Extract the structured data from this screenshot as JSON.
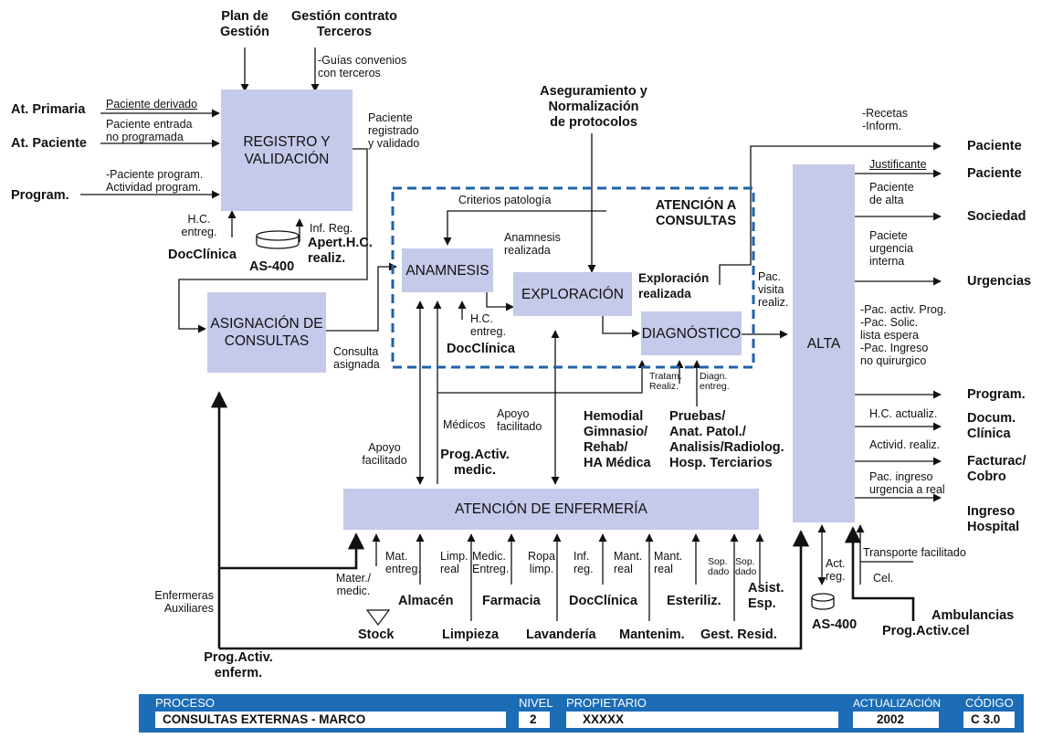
{
  "boxes": {
    "registro": "REGISTRO Y\nVALIDACIÓN",
    "asignacion": "ASIGNACIÓN DE\nCONSULTAS",
    "anamnesis": "ANAMNESIS",
    "exploracion": "EXPLORACIÓN",
    "diagnostico": "DIAGNÓSTICO",
    "enfermeria": "ATENCIÓN DE ENFERMERÍA",
    "alta": "ALTA"
  },
  "top": {
    "plan": "Plan de\nGestión",
    "gestion": "Gestión contrato\nTerceros",
    "guias": "-Guías convenios\ncon terceros",
    "aseguramiento": "Aseguramiento y\nNormalización\nde protocolos"
  },
  "left": {
    "at_primaria": "At. Primaria",
    "paciente_derivado": "Paciente derivado",
    "at_paciente": "At. Paciente",
    "paciente_entrada": "Paciente entrada\nno programada",
    "program": "Program.",
    "paciente_program": "-Paciente program.\nActividad program.",
    "hc_entreg": "H.C.\nentreg.",
    "docclinica": "DocClínica",
    "inf_reg": "Inf. Reg.",
    "apert": "Apert.H.C.\nrealiz.",
    "as400": "AS-400",
    "paciente_registrado": "Paciente\nregistrado\ny validado",
    "consulta_asignada": "Consulta\nasignada",
    "enfermeras": "Enfermeras\nAuxiliares",
    "prog_activ_enferm": "Prog.Activ.\nenferm."
  },
  "middle": {
    "criterios": "Criterios patología",
    "atencion_consultas": "ATENCIÓN A\nCONSULTAS",
    "anamnesis_realizada": "Anamnesis\nrealizada",
    "exploracion_realizada": "Exploración\nrealizada",
    "pac_visita": "Pac.\nvisita\nrealiz.",
    "hc_entreg2": "H.C.\nentreg.",
    "docclinica2": "DocClínica",
    "tratam": "Tratam.\nRealiz.",
    "diagn": "Diagn.\nentreg.",
    "hemodial": "Hemodial\nGimnasio/\nRehab/\nHA Médica",
    "pruebas": "Pruebas/\nAnat. Patol./\nAnalisis/Radiolog.\nHosp. Terciarios",
    "medicos": "Médicos",
    "apoyo_facilitado_a": "Apoyo\nfacilitado",
    "prog_activ_medic": "Prog.Activ.\nmedic.",
    "apoyo_facilitado_b": "Apoyo\nfacilitado"
  },
  "bottom": {
    "mater": "Mater./\nmedic.",
    "stock": "Stock",
    "mat_entreg": "Mat.\nentreg.",
    "almacen": "Almacén",
    "limp_real": "Limp.\nreal",
    "limpieza": "Limpieza",
    "medic_entreg": "Medic.\nEntreg.",
    "farmacia": "Farmacia",
    "ropa_limp": "Ropa\nlimp.",
    "lavanderia": "Lavandería",
    "inf_reg2": "Inf.\nreg.",
    "docclinica3": "DocClínica",
    "mant_real_a": "Mant.\nreal",
    "mantenim": "Mantenim.",
    "mant_real_b": "Mant.\nreal",
    "esteriliz": "Esteriliz.",
    "sop_dado_a": "Sop.\ndado",
    "sop_dado_b": "Sop.\ndado",
    "gest_resid": "Gest. Resid.",
    "asist_esp": "Asist.\nEsp."
  },
  "right": {
    "recetas": "-Recetas\n-Inform.",
    "paciente1": "Paciente",
    "justificante": "Justificante",
    "paciente2": "Paciente",
    "paciente_alta": "Paciente\nde alta",
    "sociedad": "Sociedad",
    "paciete_urgencia": "Paciete\nurgencia\ninterna",
    "urgencias": "Urgencias",
    "pac_activ": "-Pac. activ. Prog.\n-Pac. Solic.\nlista espera\n-Pac. Ingreso\nno quirurgico",
    "program": "Program.",
    "hc_actualiz": "H.C. actualiz.",
    "docum_clinica": "Docum.\nClínica",
    "activid_realiz": "Activid. realiz.",
    "facturac": "Facturac/\nCobro",
    "pac_ingreso": "Pac. ingreso\nurgencia a real",
    "ingreso_hospital": "Ingreso\nHospital",
    "act_reg": "Act.\nreg.",
    "as400": "AS-400",
    "transporte": "Transporte facilitado",
    "cel": "Cel.",
    "ambulancias": "Ambulancias",
    "prog_activ_cel": "Prog.Activ.cel"
  },
  "footer": {
    "proceso_label": "PROCESO",
    "proceso_value": "CONSULTAS EXTERNAS - MARCO",
    "nivel_label": "NIVEL",
    "nivel_value": "2",
    "propietario_label": "PROPIETARIO",
    "propietario_value": "XXXXX",
    "actualizacion_label": "ACTUALIZACIÓN",
    "actualizacion_value": "2002",
    "codigo_label": "CÓDIGO",
    "codigo_value": "C 3.0"
  }
}
